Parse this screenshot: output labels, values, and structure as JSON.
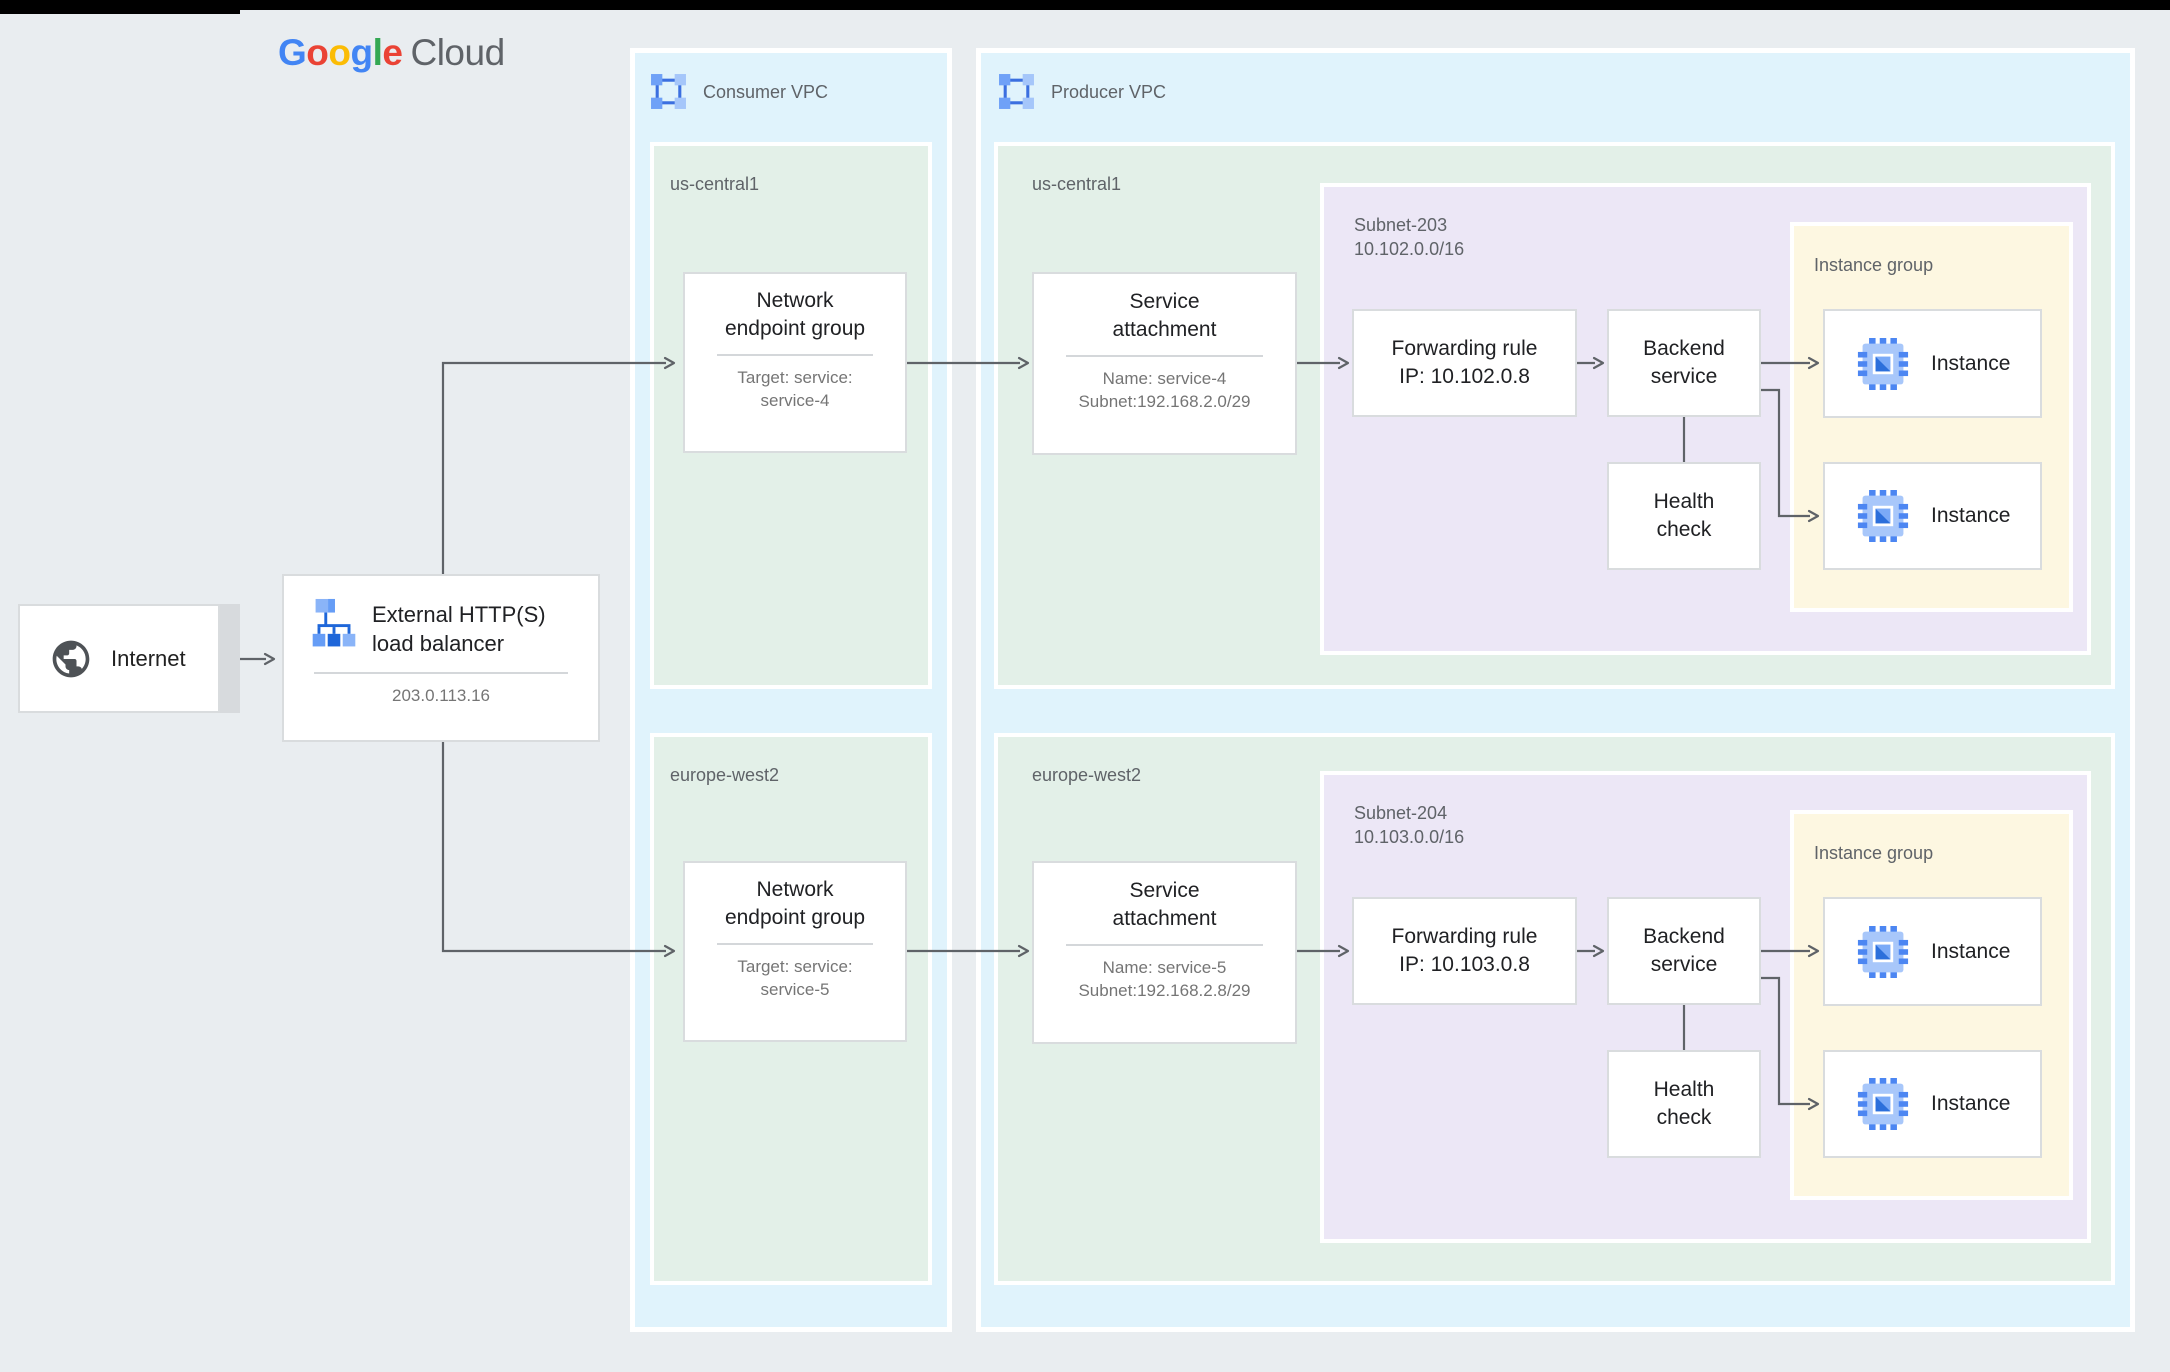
{
  "palette": {
    "background": "#e9edf0",
    "top_bar": "#000000",
    "vpc_fill": "#e0f3fc",
    "region_fill": "#e3f0e8",
    "subnet_fill": "#ece7f6",
    "instance_group_fill": "#fdf7e1",
    "card_border": "#d9dcde",
    "connector": "#5f6368",
    "title_text": "#202124",
    "secondary_text": "#757575",
    "label_text": "#5f6368",
    "google_blue": "#4285F4",
    "google_red": "#EA4335",
    "google_yellow": "#FBBC05",
    "google_green": "#34A853",
    "icon_blue_light": "#8ab4f8",
    "icon_blue": "#4285f4",
    "icon_blue_dark": "#1e66d9",
    "globe_gray": "#4e5256"
  },
  "brand": {
    "letters": [
      "G",
      "o",
      "o",
      "g",
      "l",
      "e"
    ],
    "cloud": "Cloud"
  },
  "internet": {
    "label": "Internet"
  },
  "load_balancer": {
    "title": [
      "External HTTP(S)",
      "load balancer"
    ],
    "ip": "203.0.113.16"
  },
  "consumer_vpc": {
    "label": "Consumer VPC",
    "regions": [
      {
        "name": "us-central1",
        "neg": {
          "title": [
            "Network",
            "endpoint group"
          ],
          "subtitle": [
            "Target: service:",
            "service-4"
          ]
        }
      },
      {
        "name": "europe-west2",
        "neg": {
          "title": [
            "Network",
            "endpoint group"
          ],
          "subtitle": [
            "Target: service:",
            "service-5"
          ]
        }
      }
    ]
  },
  "producer_vpc": {
    "label": "Producer VPC",
    "regions": [
      {
        "name": "us-central1",
        "service_attachment": {
          "title": [
            "Service",
            "attachment"
          ],
          "subtitle": [
            "Name: service-4",
            "Subnet:192.168.2.0/29"
          ]
        },
        "subnet": {
          "name": "Subnet-203",
          "cidr": "10.102.0.0/16",
          "forwarding_rule": [
            "Forwarding rule",
            "IP: 10.102.0.8"
          ],
          "backend_service": [
            "Backend",
            "service"
          ],
          "health_check": [
            "Health",
            "check"
          ],
          "instance_group": {
            "label": "Instance group",
            "instances": [
              "Instance",
              "Instance"
            ]
          }
        }
      },
      {
        "name": "europe-west2",
        "service_attachment": {
          "title": [
            "Service",
            "attachment"
          ],
          "subtitle": [
            "Name: service-5",
            "Subnet:192.168.2.8/29"
          ]
        },
        "subnet": {
          "name": "Subnet-204",
          "cidr": "10.103.0.0/16",
          "forwarding_rule": [
            "Forwarding rule",
            "IP: 10.103.0.8"
          ],
          "backend_service": [
            "Backend",
            "service"
          ],
          "health_check": [
            "Health",
            "check"
          ],
          "instance_group": {
            "label": "Instance group",
            "instances": [
              "Instance",
              "Instance"
            ]
          }
        }
      }
    ]
  }
}
